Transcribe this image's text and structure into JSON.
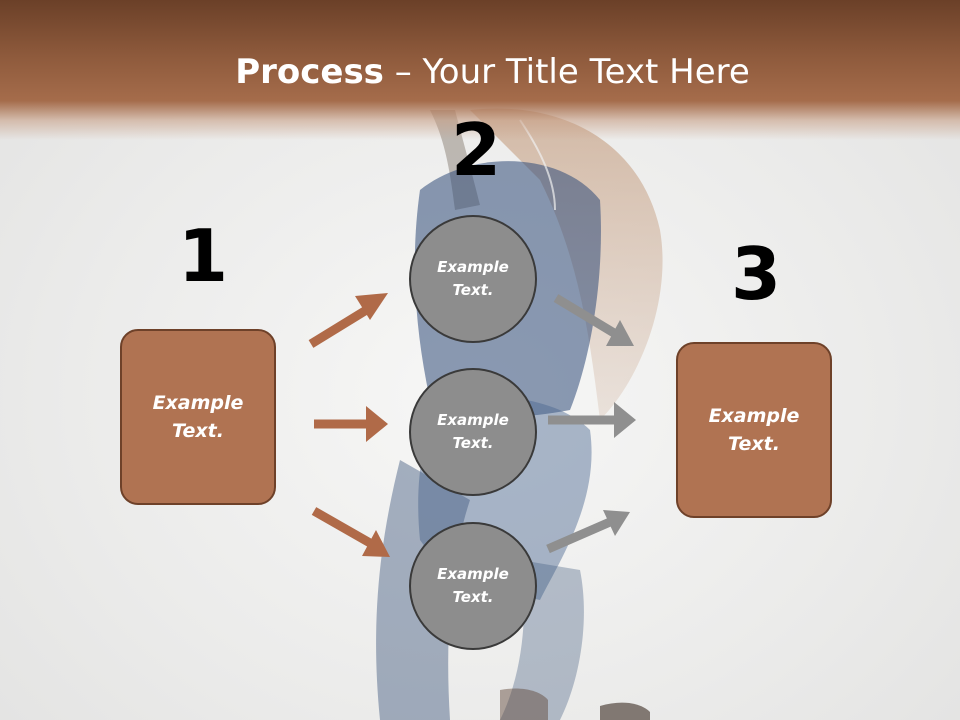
{
  "title": {
    "bold": "Process",
    "rest": " – Your Title Text Here"
  },
  "steps": {
    "one": {
      "number": "1",
      "text_line1": "Example",
      "text_line2": "Text."
    },
    "two": {
      "number": "2"
    },
    "three": {
      "number": "3",
      "text_line1": "Example",
      "text_line2": "Text."
    }
  },
  "circles": [
    {
      "text_line1": "Example",
      "text_line2": "Text."
    },
    {
      "text_line1": "Example",
      "text_line2": "Text."
    },
    {
      "text_line1": "Example",
      "text_line2": "Text."
    }
  ],
  "colors": {
    "brown_box": "#b07352",
    "brown_arrow": "#b06a48",
    "gray_circle": "#8d8d8d",
    "gray_arrow": "#8f8f8f"
  }
}
